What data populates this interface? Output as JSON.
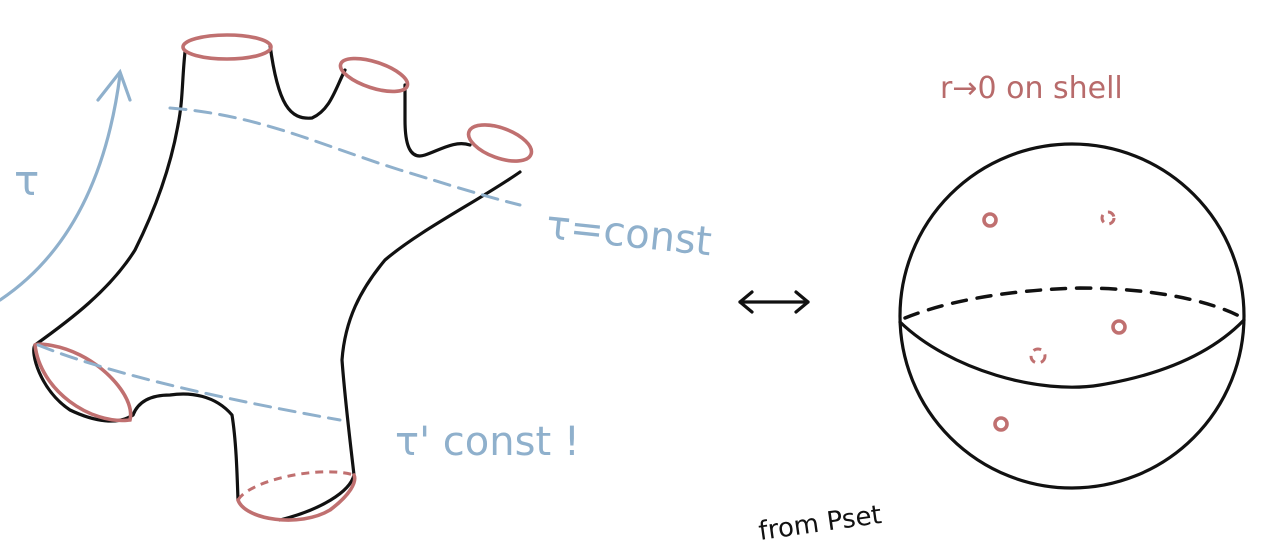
{
  "labels": {
    "tau_axis": "τ",
    "tau_const": "τ=const",
    "tau_prime_const": "τ' const !",
    "onshell_note": "r→0  on shell",
    "from_pset": "from Pset"
  },
  "colors": {
    "ink": "#111111",
    "blue": "#8fb0cc",
    "red": "#c07070"
  },
  "icons": {
    "equivalence_arrow": "double-headed-arrow"
  }
}
